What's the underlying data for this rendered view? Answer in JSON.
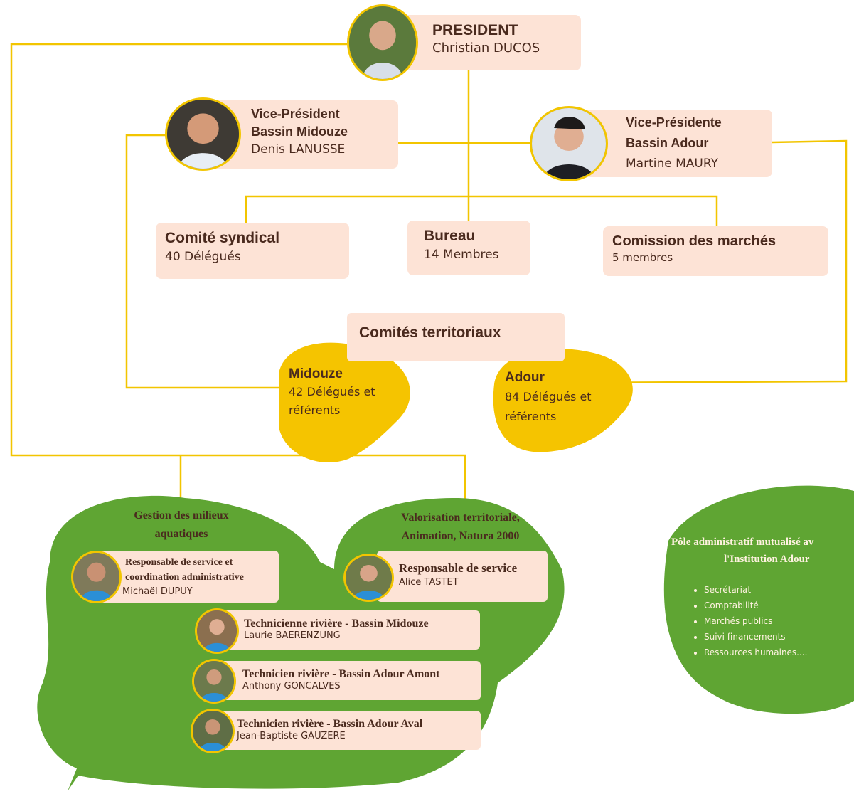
{
  "colors": {
    "line": "#f2c500",
    "box": "#fde3d6",
    "green": "#5fa533",
    "yellow": "#f5c400",
    "text": "#4a2a1e"
  },
  "president": {
    "title": "PRESIDENT",
    "name": "Christian DUCOS"
  },
  "vp_midouze": {
    "title1": "Vice-Président",
    "title2": "Bassin Midouze",
    "name": "Denis LANUSSE"
  },
  "vp_adour": {
    "title1": "Vice-Présidente",
    "title2": "Bassin Adour",
    "name": "Martine MAURY"
  },
  "comite": {
    "title": "Comité syndical",
    "sub": "40 Délégués"
  },
  "bureau": {
    "title": "Bureau",
    "sub": "14 Membres"
  },
  "commission": {
    "title": "Comission des marchés",
    "sub": "5 membres"
  },
  "territoriaux": {
    "title": "Comités territoriaux"
  },
  "midouze": {
    "title": "Midouze",
    "line1": "42 Délégués et",
    "line2": "référents"
  },
  "adour": {
    "title": "Adour",
    "line1": "84 Délégués et",
    "line2": "référents"
  },
  "gestion": {
    "title1": "Gestion des milieux",
    "title2": "aquatiques",
    "resp_title1": "Responsable de service et",
    "resp_title2": "coordination administrative",
    "resp_name": "Michaël DUPUY"
  },
  "valorisation": {
    "title1": "Valorisation territoriale,",
    "title2": "Animation, Natura 2000",
    "resp_title": "Responsable de service",
    "resp_name": "Alice TASTET"
  },
  "techs": [
    {
      "title": "Technicienne rivière - Bassin Midouze",
      "name": "Laurie BAERENZUNG"
    },
    {
      "title": "Technicien rivière - Bassin Adour Amont",
      "name": "Anthony GONCALVES"
    },
    {
      "title": "Technicien rivière - Bassin Adour Aval",
      "name": "Jean-Baptiste GAUZERE"
    }
  ],
  "pole": {
    "title1": "Pôle administratif mutualisé av",
    "title2": "l'Institution Adour",
    "items": [
      "Secrétariat",
      "Comptabilité",
      "Marchés publics",
      "Suivi financements",
      "Ressources humaines...."
    ]
  }
}
